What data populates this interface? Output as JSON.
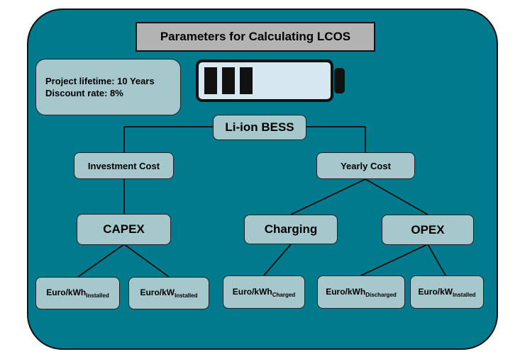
{
  "title": "Parameters for Calculating LCOS",
  "info": {
    "lifetime": "Project lifetime: 10 Years",
    "discount": "Discount rate: 8%"
  },
  "root": "Li-ion BESS",
  "investment": "Investment Cost",
  "yearly": "Yearly Cost",
  "capex": "CAPEX",
  "charging": "Charging",
  "opex": "OPEX",
  "leaves": {
    "capex_kwh": {
      "unit": "Euro/kWh",
      "sub": "Installed"
    },
    "capex_kw": {
      "unit": "Euro/kW",
      "sub": "Installed"
    },
    "charging_kwh": {
      "unit": "Euro/kWh",
      "sub": "Charged"
    },
    "opex_kwh": {
      "unit": "Euro/kWh",
      "sub": "Discharged"
    },
    "opex_kw": {
      "unit": "Euro/kW",
      "sub": "Installed"
    }
  },
  "colors": {
    "panel": "#007a8c",
    "box": "#a6c7cc",
    "title_box": "#b3b3b3",
    "battery_fill": "#d6e7f2"
  },
  "icons": [
    "battery-icon"
  ]
}
